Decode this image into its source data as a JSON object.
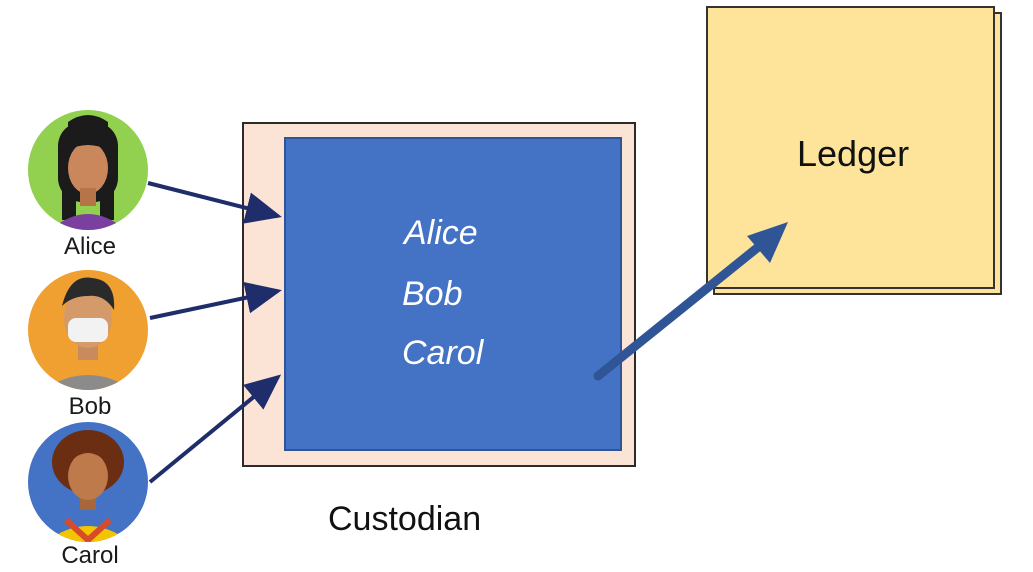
{
  "people": [
    {
      "name": "Alice",
      "icon": "woman-avatar-icon"
    },
    {
      "name": "Bob",
      "icon": "masked-man-avatar-icon"
    },
    {
      "name": "Carol",
      "icon": "curly-hair-woman-avatar-icon"
    }
  ],
  "custodian": {
    "label": "Custodian",
    "members": [
      "Alice",
      "Bob",
      "Carol"
    ]
  },
  "ledger": {
    "label": "Ledger"
  },
  "colors": {
    "custodian_outer": "#fbe3d6",
    "custodian_inner": "#4472c4",
    "ledger": "#fde49a",
    "arrow_dark": "#1f2d6b",
    "arrow_blue": "#2f5597",
    "alice_bg": "#92d050",
    "bob_bg": "#f0a030",
    "carol_bg": "#4472c4"
  }
}
